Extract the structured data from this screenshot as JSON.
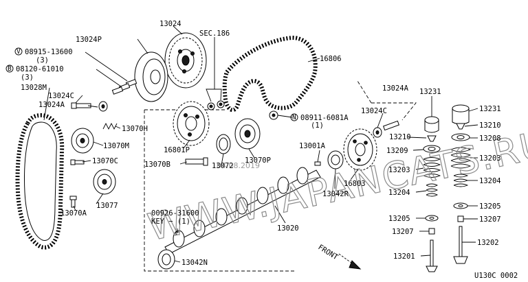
{
  "labels": {
    "sprocket_13024": "13024",
    "sec186": "SEC.186",
    "pulley_13024P": "13024P",
    "bolt_08915_13600": "08915-13600",
    "bolt_08915_qty": "(3)",
    "bolt_08120_61010": "08120-61010",
    "bolt_08120_qty": "(3)",
    "belt_13028M": "13028M",
    "bolt_13024C_left": "13024C",
    "washer_13024A_left": "13024A",
    "spring_13070H": "13070H",
    "tensioner_13070M": "13070M",
    "bolt_13070C": "13070C",
    "idler_13077": "13077",
    "bolt_13070A": "13070A",
    "sprocket_16801P": "16801P",
    "pin_13070B": "13070B",
    "seal_13072": "13072",
    "pulley_13070P": "13070P",
    "belt_16806": "16806",
    "nut_08911_6081A": "08911-6081A",
    "nut_08911_qty": "(1)",
    "bolt_13024C_right": "13024C",
    "washer_13024A_right": "13024A",
    "key_13001A": "13001A",
    "seal_13042R": "13042R",
    "sprocket_16803": "16803",
    "camshaft_13020": "13020",
    "key_00926_31600": "00926-31600",
    "key_note": "KEY − (1)",
    "seal_13042N": "13042N",
    "front_label": "FRONT",
    "lifter_13231_left": "13231",
    "lifter_13231_right": "13231",
    "collet_13210_left": "13210",
    "collet_13210_right": "13210",
    "retainer_13209": "13209",
    "retainer_13208": "13208",
    "spring_13203_left": "13203",
    "spring_13203_right": "13203",
    "spring_13204_left": "13204",
    "spring_13204_right": "13204",
    "seat_13205_left": "13205",
    "seat_13205_right": "13205",
    "seal_13207_left": "13207",
    "seal_13207_right": "13207",
    "valve_13201": "13201",
    "valve_13202": "13202",
    "diagram_code": "U130C 0002",
    "prefix_V": "V",
    "prefix_B": "B",
    "prefix_N": "N"
  },
  "watermark": {
    "main": "WWW.JAPANCATS.RU",
    "small": "04.08.2019"
  }
}
